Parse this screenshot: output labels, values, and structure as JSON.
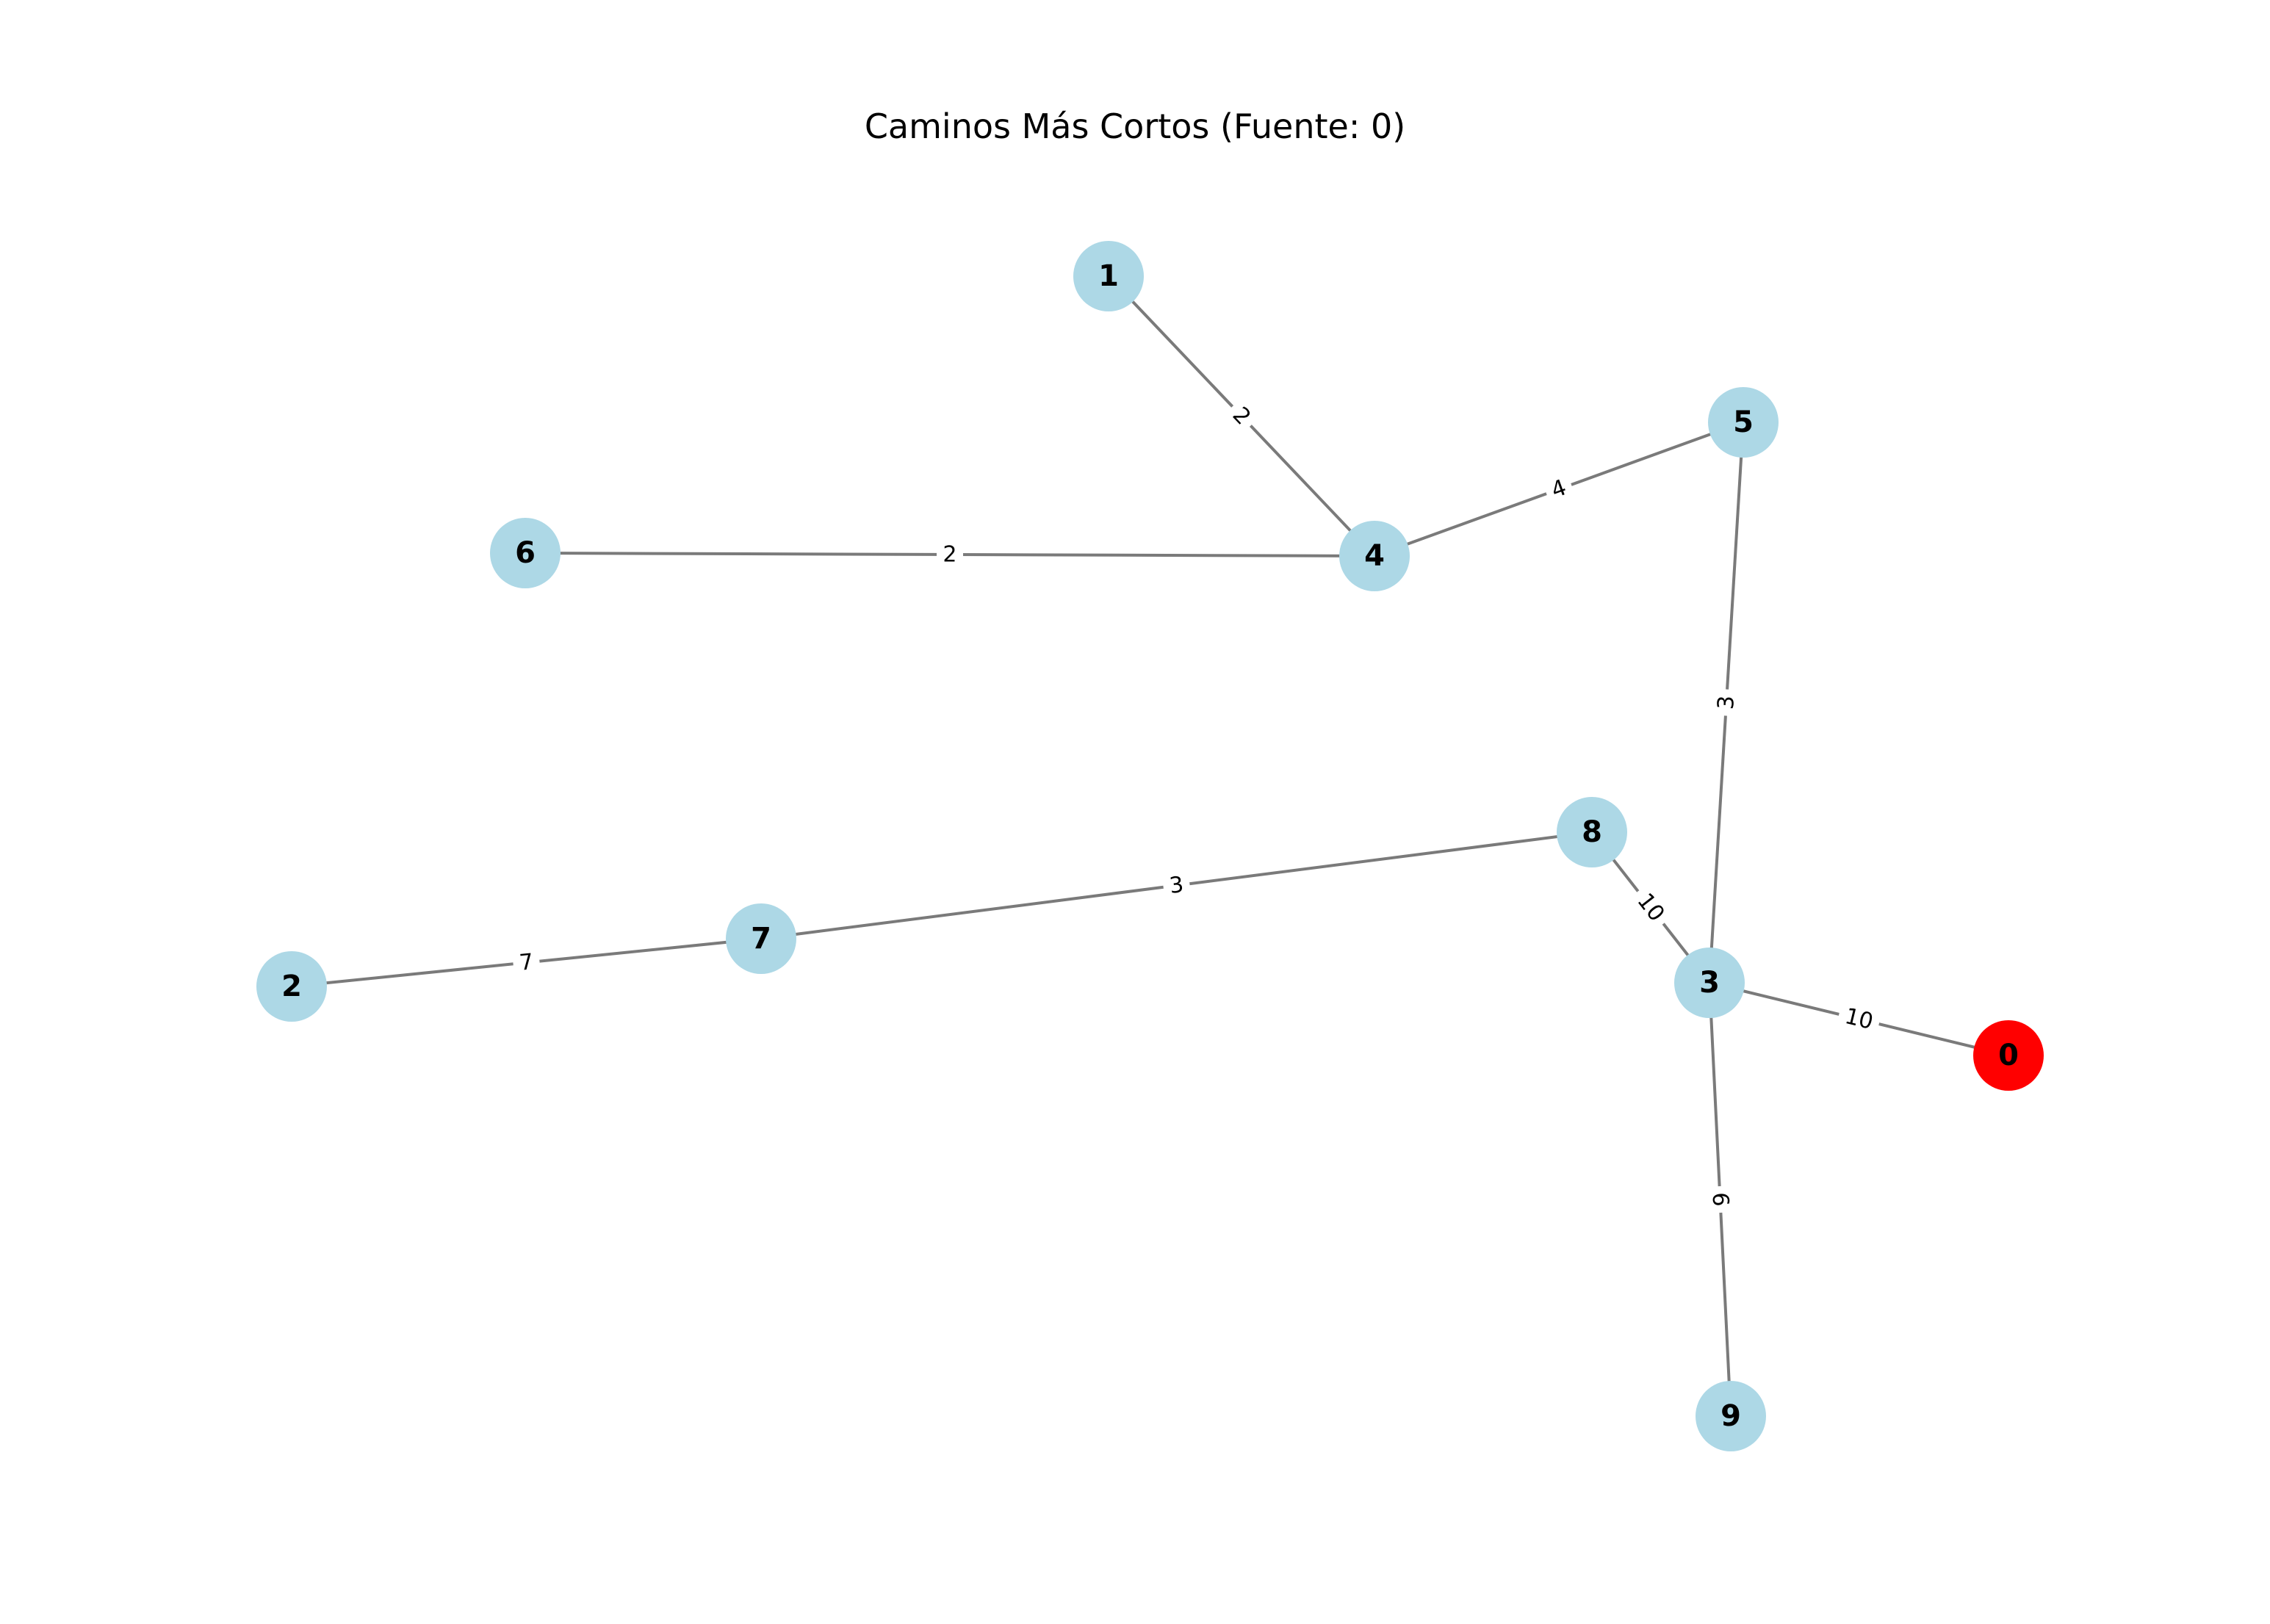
{
  "title": "Caminos Más Cortos (Fuente: 0)",
  "colors": {
    "node_default": "#add8e6",
    "node_source": "#ff0000",
    "edge": "#7a7a7a"
  },
  "graph": {
    "source": "0",
    "nodes": [
      {
        "id": "0",
        "label": "0",
        "role": "source"
      },
      {
        "id": "1",
        "label": "1",
        "role": "node"
      },
      {
        "id": "2",
        "label": "2",
        "role": "node"
      },
      {
        "id": "3",
        "label": "3",
        "role": "node"
      },
      {
        "id": "4",
        "label": "4",
        "role": "node"
      },
      {
        "id": "5",
        "label": "5",
        "role": "node"
      },
      {
        "id": "6",
        "label": "6",
        "role": "node"
      },
      {
        "id": "7",
        "label": "7",
        "role": "node"
      },
      {
        "id": "8",
        "label": "8",
        "role": "node"
      },
      {
        "id": "9",
        "label": "9",
        "role": "node"
      }
    ],
    "edges": [
      {
        "from": "1",
        "to": "4",
        "weight": "2"
      },
      {
        "from": "6",
        "to": "4",
        "weight": "2"
      },
      {
        "from": "4",
        "to": "5",
        "weight": "4"
      },
      {
        "from": "5",
        "to": "3",
        "weight": "3"
      },
      {
        "from": "8",
        "to": "3",
        "weight": "10"
      },
      {
        "from": "7",
        "to": "8",
        "weight": "3"
      },
      {
        "from": "2",
        "to": "7",
        "weight": "7"
      },
      {
        "from": "3",
        "to": "0",
        "weight": "10"
      },
      {
        "from": "3",
        "to": "9",
        "weight": "6"
      }
    ]
  }
}
